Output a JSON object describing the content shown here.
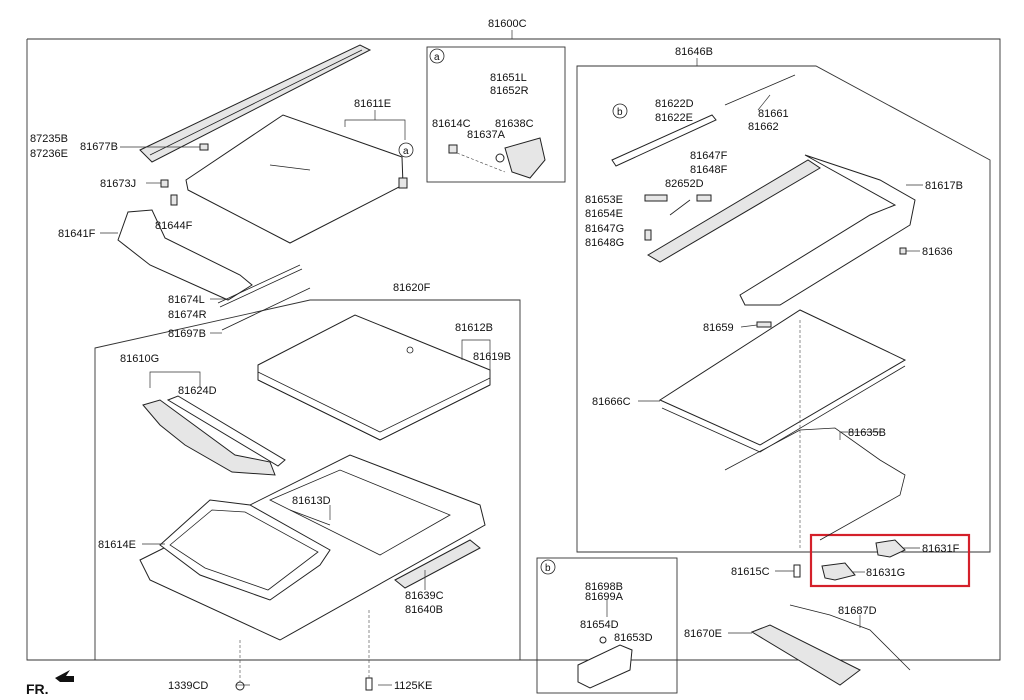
{
  "labels": {
    "main": "81600C",
    "p87235B": "87235B",
    "p87236E": "87236E",
    "p81677B": "81677B",
    "p81673J": "81673J",
    "p81644F": "81644F",
    "p81641F": "81641F",
    "p81611E": "81611E",
    "p81674L": "81674L",
    "p81674R": "81674R",
    "p81697B": "81697B",
    "p81620F": "81620F",
    "p81610G": "81610G",
    "p81624D": "81624D",
    "p81612B": "81612B",
    "p81619B": "81619B",
    "p81613D": "81613D",
    "p81614E": "81614E",
    "p81639C": "81639C",
    "p81640B": "81640B",
    "p1339CD": "1339CD",
    "p1125KE": "1125KE",
    "p81651L": "81651L",
    "p81652R": "81652R",
    "p81614C": "81614C",
    "p81637A": "81637A",
    "p81638C": "81638C",
    "p81646B": "81646B",
    "p81622D": "81622D",
    "p81622E": "81622E",
    "p81661": "81661",
    "p81662": "81662",
    "p81647F": "81647F",
    "p81648F": "81648F",
    "p82652D": "82652D",
    "p81617B": "81617B",
    "p81653E": "81653E",
    "p81654E": "81654E",
    "p81647G": "81647G",
    "p81648G": "81648G",
    "p81636": "81636",
    "p81659": "81659",
    "p81666C": "81666C",
    "p81635B": "81635B",
    "p81631F": "81631F",
    "p81631G": "81631G",
    "p81615C": "81615C",
    "p81687D": "81687D",
    "p81670E": "81670E",
    "p81698B": "81698B",
    "p81699A": "81699A",
    "p81654D": "81654D",
    "p81653D": "81653D",
    "circle_a": "a",
    "circle_b": "b",
    "fr": "FR."
  },
  "colors": {
    "highlight": "#d4202a",
    "line": "#222222"
  }
}
